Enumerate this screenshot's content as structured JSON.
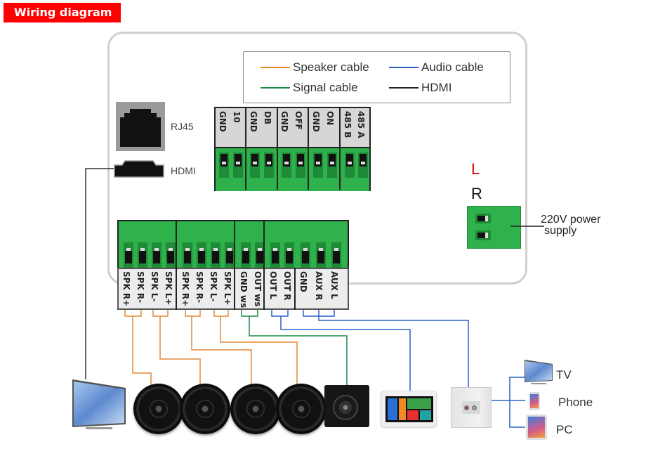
{
  "title": "Wiring diagram",
  "legend": {
    "items": [
      {
        "label": "Speaker cable",
        "color": "#f08a24"
      },
      {
        "label": "Audio cable",
        "color": "#2a62c9"
      },
      {
        "label": "Signal cable",
        "color": "#1a8a48"
      },
      {
        "label": "HDMI",
        "color": "#222222"
      }
    ]
  },
  "ports": {
    "rj45_label": "RJ45",
    "hdmi_label": "HDMI"
  },
  "top_terminal": {
    "groups": [
      {
        "pins": [
          "GND",
          "10"
        ]
      },
      {
        "pins": [
          "GND",
          "DB"
        ]
      },
      {
        "pins": [
          "GND",
          "OFF"
        ]
      },
      {
        "pins": [
          "GND",
          "ON"
        ]
      },
      {
        "pins": [
          "485 B",
          "485 A"
        ]
      }
    ]
  },
  "bottom_terminal": {
    "groups": [
      {
        "pins": [
          "SPK R+",
          "SPK R-",
          "SPK L-",
          "SPK L+"
        ]
      },
      {
        "pins": [
          "SPK R+",
          "SPK R-",
          "SPK L-",
          "SPK L+"
        ]
      },
      {
        "pins": [
          "GND ws",
          "OUT ws"
        ]
      },
      {
        "pins": [
          "OUT L",
          "OUT R"
        ]
      },
      {
        "pins": [
          "GND",
          "AUX R",
          "AUX L"
        ]
      }
    ]
  },
  "power": {
    "label_l": "L",
    "label_r": "R",
    "supply_line1": "220V power",
    "supply_line2": "supply"
  },
  "devices": {
    "tv": "TV",
    "phone": "Phone",
    "pc": "PC"
  },
  "colors": {
    "title_bg": "#ff0000",
    "terminal_green": "#2fb24c",
    "speaker_cable": "#f08a24",
    "audio_cable": "#2a62c9",
    "signal_cable": "#1a8a48",
    "hdmi_cable": "#222222"
  }
}
